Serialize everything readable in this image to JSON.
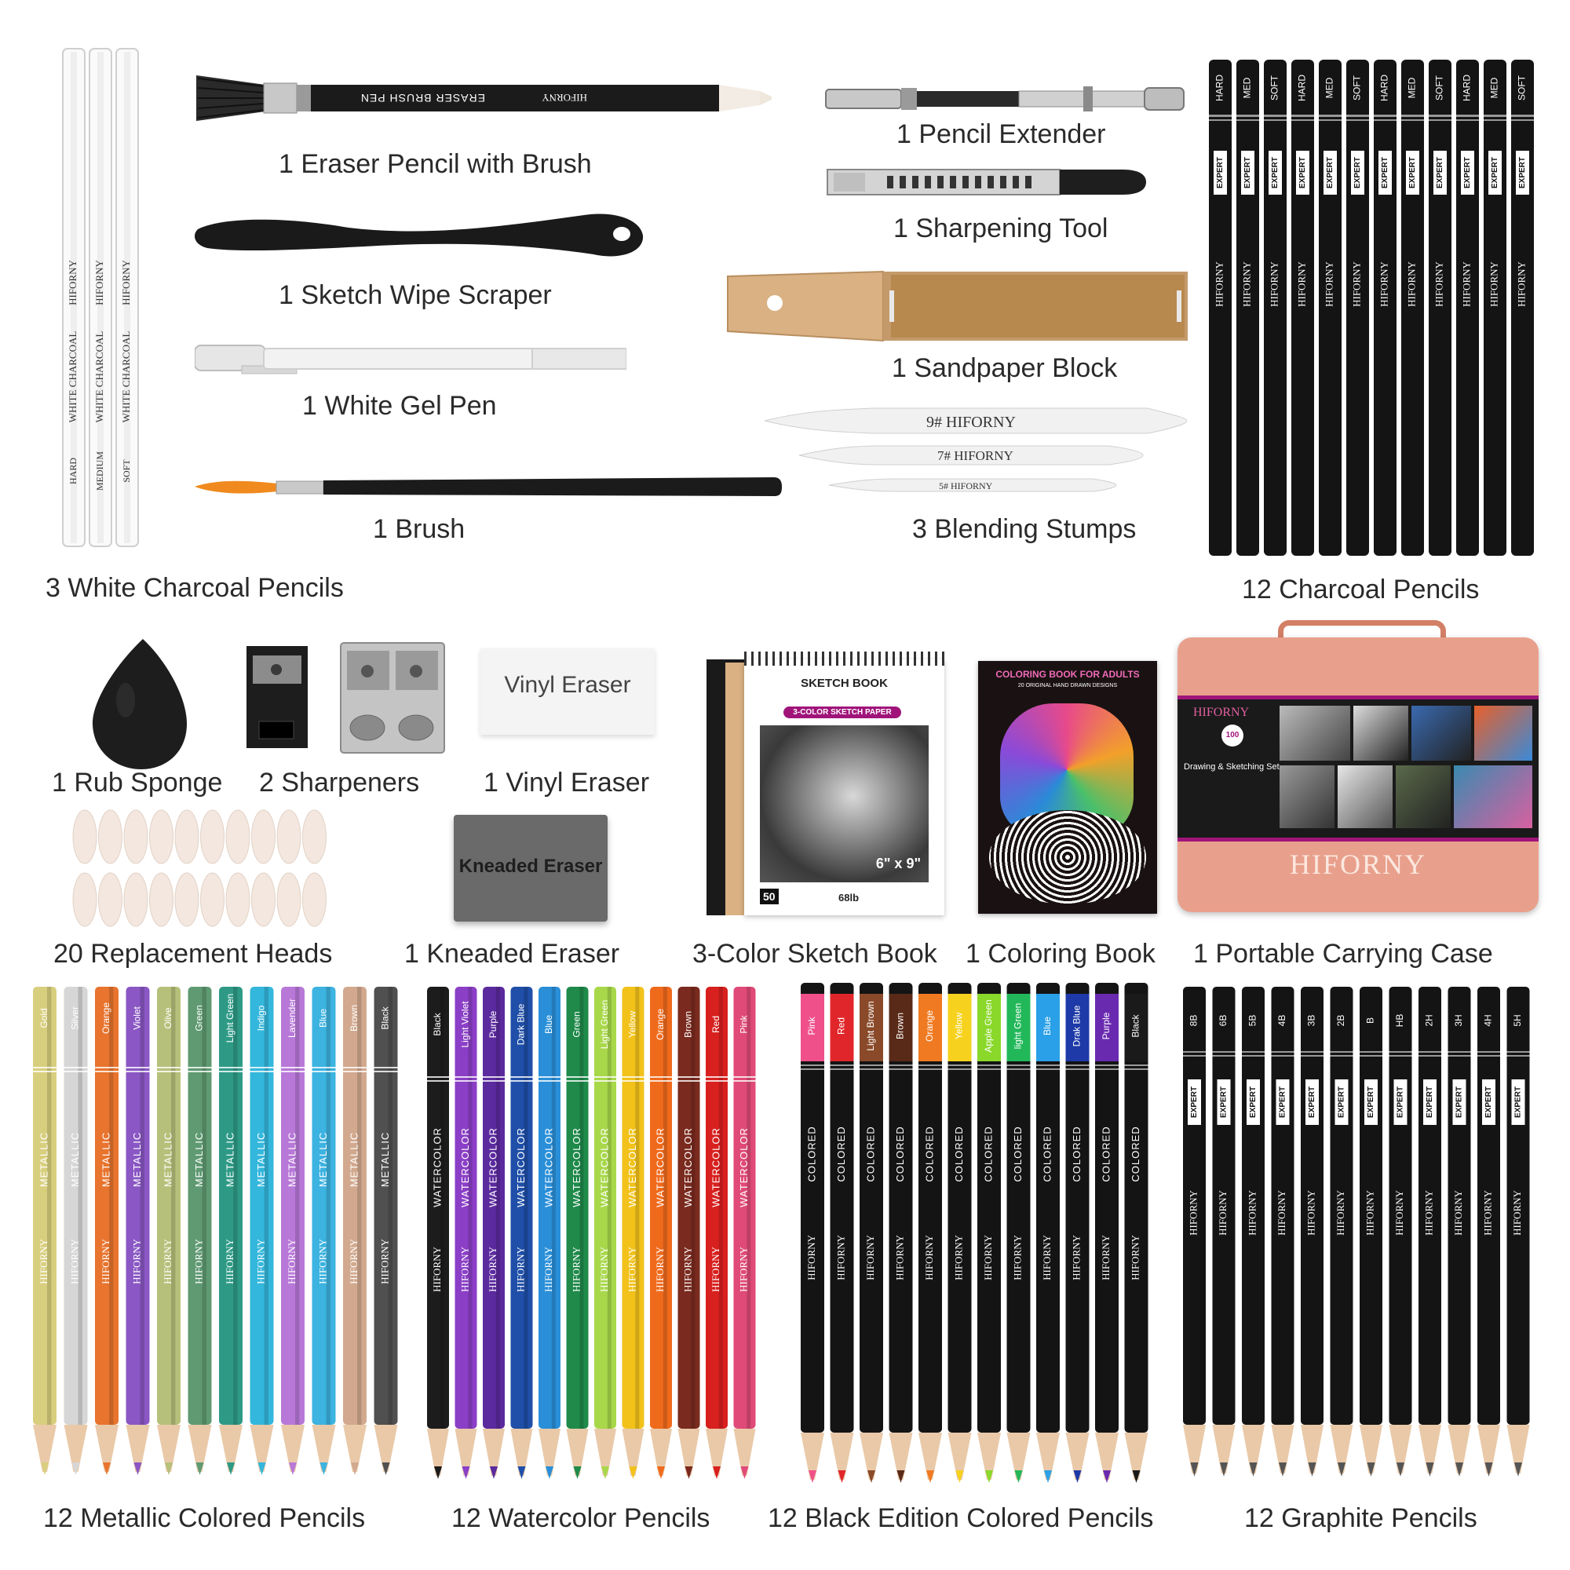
{
  "labels": {
    "white_charcoal": "3 White Charcoal Pencils",
    "eraser_pencil": "1 Eraser Pencil with Brush",
    "wipe_scraper": "1 Sketch Wipe Scraper",
    "gel_pen": "1 White Gel Pen",
    "brush": "1 Brush",
    "extender": "1 Pencil Extender",
    "sharpening_tool": "1 Sharpening Tool",
    "sandpaper": "1 Sandpaper Block",
    "stumps": "3 Blending Stumps",
    "charcoal": "12 Charcoal Pencils",
    "sponge": "1 Rub Sponge",
    "sharpeners": "2 Sharpeners",
    "vinyl": "1 Vinyl Eraser",
    "heads": "20 Replacement Heads",
    "kneaded": "1 Kneaded Eraser",
    "sketchbook": "3-Color Sketch Book",
    "coloring": "1 Coloring Book",
    "case": "1 Portable Carrying Case",
    "metallic": "12 Metallic Colored Pencils",
    "watercolor": "12 Watercolor Pencils",
    "black_edition": "12 Black Edition Colored Pencils",
    "graphite": "12 Graphite Pencils"
  },
  "brand": "HIFORNY",
  "product_text": {
    "eraser_brush_pen": "ERASER BRUSH PEN",
    "vinyl_eraser": "Vinyl Eraser",
    "kneaded_eraser": "Kneaded Eraser",
    "stump_9": "9# HIFORNY",
    "stump_7": "7# HIFORNY",
    "stump_5": "5# HIFORNY",
    "sketch_book_title": "SKETCH BOOK",
    "sketch_paper": "3-COLOR SKETCH PAPER",
    "sketch_size": "6\" x 9\"",
    "sketch_weight": "68lb",
    "sketch_sheets": "50",
    "coloring_title": "COLORING BOOK FOR ADULTS",
    "coloring_sub": "20 ORIGINAL HAND DRAWN DESIGNS",
    "case_set": "Drawing & Sketching Set",
    "case_count": "100"
  },
  "white_charcoal": [
    {
      "grade": "HARD",
      "type": "WHITE CHARCOAL"
    },
    {
      "grade": "MEDIUM",
      "type": "WHITE CHARCOAL"
    },
    {
      "grade": "SOFT",
      "type": "WHITE CHARCOAL"
    }
  ],
  "charcoal_pencils": {
    "grades": [
      "HARD",
      "MED",
      "SOFT",
      "HARD",
      "MED",
      "SOFT",
      "HARD",
      "MED",
      "SOFT",
      "HARD",
      "MED",
      "SOFT"
    ],
    "tag": "EXPERT"
  },
  "metallic_pencils": {
    "tag": "METALLIC",
    "items": [
      {
        "name": "Gold",
        "color": "#d8cf7e"
      },
      {
        "name": "Silver",
        "color": "#d6d6d6"
      },
      {
        "name": "Orange",
        "color": "#e8742e"
      },
      {
        "name": "Violet",
        "color": "#8a57c4"
      },
      {
        "name": "Olive",
        "color": "#b7c07a"
      },
      {
        "name": "Green",
        "color": "#5f9a72"
      },
      {
        "name": "Light Green",
        "color": "#2e9a86"
      },
      {
        "name": "Indigo",
        "color": "#34b7dc"
      },
      {
        "name": "Lavender",
        "color": "#b878d8"
      },
      {
        "name": "Blue",
        "color": "#3cb3e0"
      },
      {
        "name": "Brown",
        "color": "#d2a98e"
      },
      {
        "name": "Black",
        "color": "#505050"
      }
    ]
  },
  "watercolor_pencils": {
    "tag": "WATERCOLOR",
    "items": [
      {
        "name": "Black",
        "color": "#1c1c1c"
      },
      {
        "name": "Light Violet",
        "color": "#8b3fc7"
      },
      {
        "name": "Purple",
        "color": "#5b2a9e"
      },
      {
        "name": "Dark Blue",
        "color": "#1f4fa8"
      },
      {
        "name": "Blue",
        "color": "#2a8fd8"
      },
      {
        "name": "Green",
        "color": "#1f8a4a"
      },
      {
        "name": "Light Green",
        "color": "#a8d84a"
      },
      {
        "name": "Yellow",
        "color": "#f2c21a"
      },
      {
        "name": "Orange",
        "color": "#f06a1c"
      },
      {
        "name": "Brown",
        "color": "#7a2a1e"
      },
      {
        "name": "Red",
        "color": "#d8201e"
      },
      {
        "name": "Pink",
        "color": "#e04a78"
      }
    ]
  },
  "black_edition_pencils": {
    "tag": "COLORED",
    "items": [
      {
        "name": "Pink",
        "color": "#f0508a"
      },
      {
        "name": "Red",
        "color": "#e0262a"
      },
      {
        "name": "Light Brown",
        "color": "#8a4a2a"
      },
      {
        "name": "Brown",
        "color": "#5a2a18"
      },
      {
        "name": "Orange",
        "color": "#f07a22"
      },
      {
        "name": "Yellow",
        "color": "#f6d21e"
      },
      {
        "name": "Apple Green",
        "color": "#8ad82a"
      },
      {
        "name": "light Green",
        "color": "#22b85a"
      },
      {
        "name": "Blue",
        "color": "#2aa0e8"
      },
      {
        "name": "Drak Blue",
        "color": "#1e3aa8"
      },
      {
        "name": "Purple",
        "color": "#6a2ab0"
      },
      {
        "name": "Black",
        "color": "#1a1a1a"
      }
    ]
  },
  "graphite_pencils": {
    "tag": "EXPERT",
    "grades": [
      "8B",
      "6B",
      "5B",
      "4B",
      "3B",
      "2B",
      "B",
      "HB",
      "2H",
      "3H",
      "4H",
      "5H"
    ]
  },
  "colors": {
    "pencil_black": "#141414",
    "case_body": "#e8a08c",
    "case_band": "#1a1a1a",
    "case_accent": "#a0147a",
    "kraft": "#d9b183",
    "text": "#2a2a2a"
  }
}
